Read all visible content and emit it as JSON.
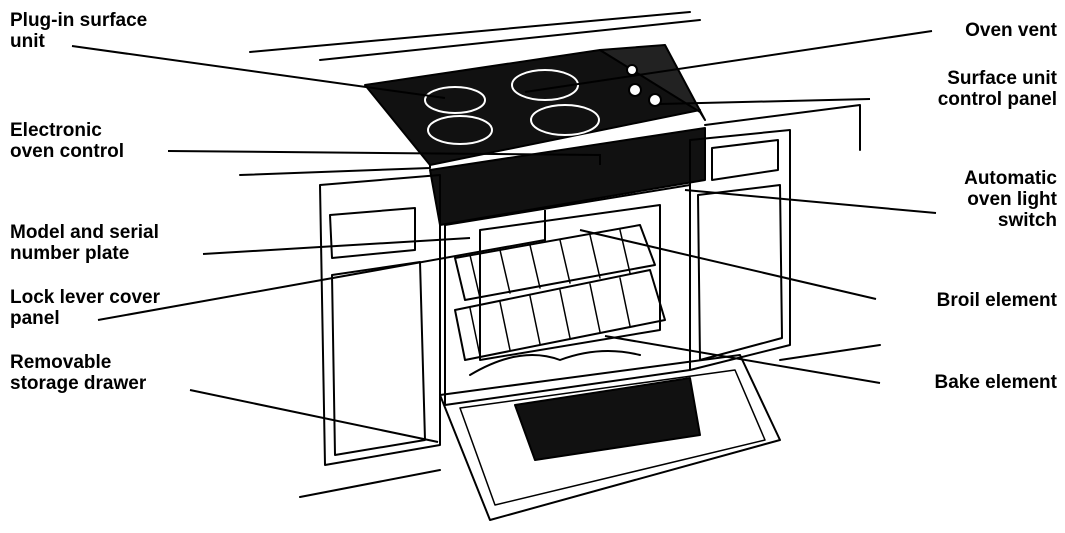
{
  "labels": {
    "plug_in_surface_unit": [
      "Plug-in surface",
      "unit"
    ],
    "electronic_oven_control": [
      "Electronic",
      "oven control"
    ],
    "model_serial_plate": [
      "Model and serial",
      "number plate"
    ],
    "lock_lever_cover_panel": [
      "Lock lever cover",
      "panel"
    ],
    "removable_storage_drawer": [
      "Removable",
      "storage drawer"
    ],
    "oven_vent": [
      "Oven vent"
    ],
    "surface_unit_control_panel": [
      "Surface unit",
      "control panel"
    ],
    "automatic_oven_light_switch": [
      "Automatic",
      "oven light",
      "switch"
    ],
    "broil_element": [
      "Broil element"
    ],
    "bake_element": [
      "Bake element"
    ]
  }
}
